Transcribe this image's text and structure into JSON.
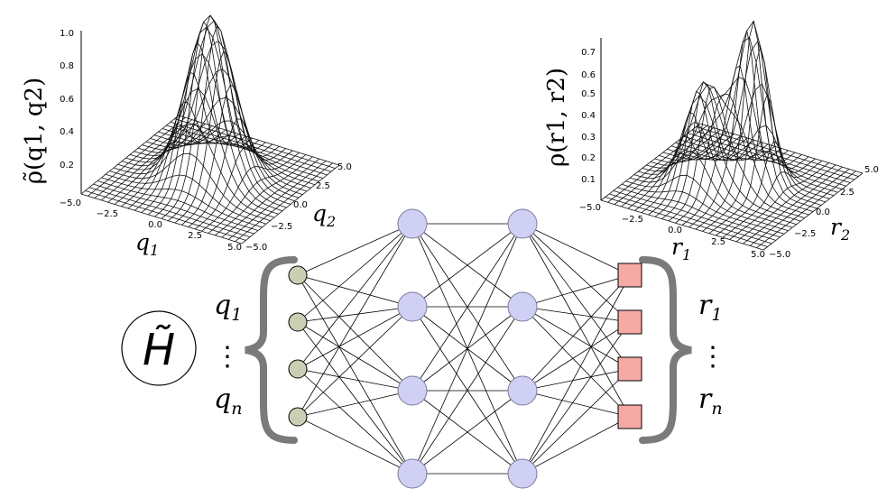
{
  "hamiltonian_symbol": "H̃",
  "inputs": {
    "first_label": "q",
    "first_sub": "1",
    "dots": "⋮",
    "last_label": "q",
    "last_sub": "n"
  },
  "outputs": {
    "first_label": "r",
    "first_sub": "1",
    "dots": "⋮",
    "last_label": "r",
    "last_sub": "n"
  },
  "network": {
    "layers": [
      4,
      4,
      4,
      4
    ],
    "input_color": "#c9cfb3",
    "hidden_color": "#cfd0f4",
    "output_color": "#f6aaa4"
  },
  "left_plot": {
    "zlabel": "ρ̃(q1, q2)",
    "zticks": [
      "1.0",
      "0.8",
      "0.6",
      "0.4",
      "0.2"
    ],
    "x_name": "q",
    "x_sub": "1",
    "xticks": [
      "−5.0",
      "−2.5",
      "0.0",
      "2.5",
      "5.0"
    ],
    "y_name": "q",
    "y_sub": "2",
    "yticks": [
      "5.0",
      "2.5",
      "0.0",
      "−2.5",
      "−5.0"
    ]
  },
  "right_plot": {
    "zlabel": "ρ(r1, r2)",
    "zticks": [
      "0.7",
      "0.6",
      "0.5",
      "0.4",
      "0.3",
      "0.2",
      "0.1"
    ],
    "x_name": "r",
    "x_sub": "1",
    "xticks": [
      "−5.0",
      "−2.5",
      "0.0",
      "2.5",
      "5.0"
    ],
    "y_name": "r",
    "y_sub": "2",
    "yticks": [
      "5.0",
      "2.5",
      "0.0",
      "−2.5",
      "−5.0"
    ]
  }
}
